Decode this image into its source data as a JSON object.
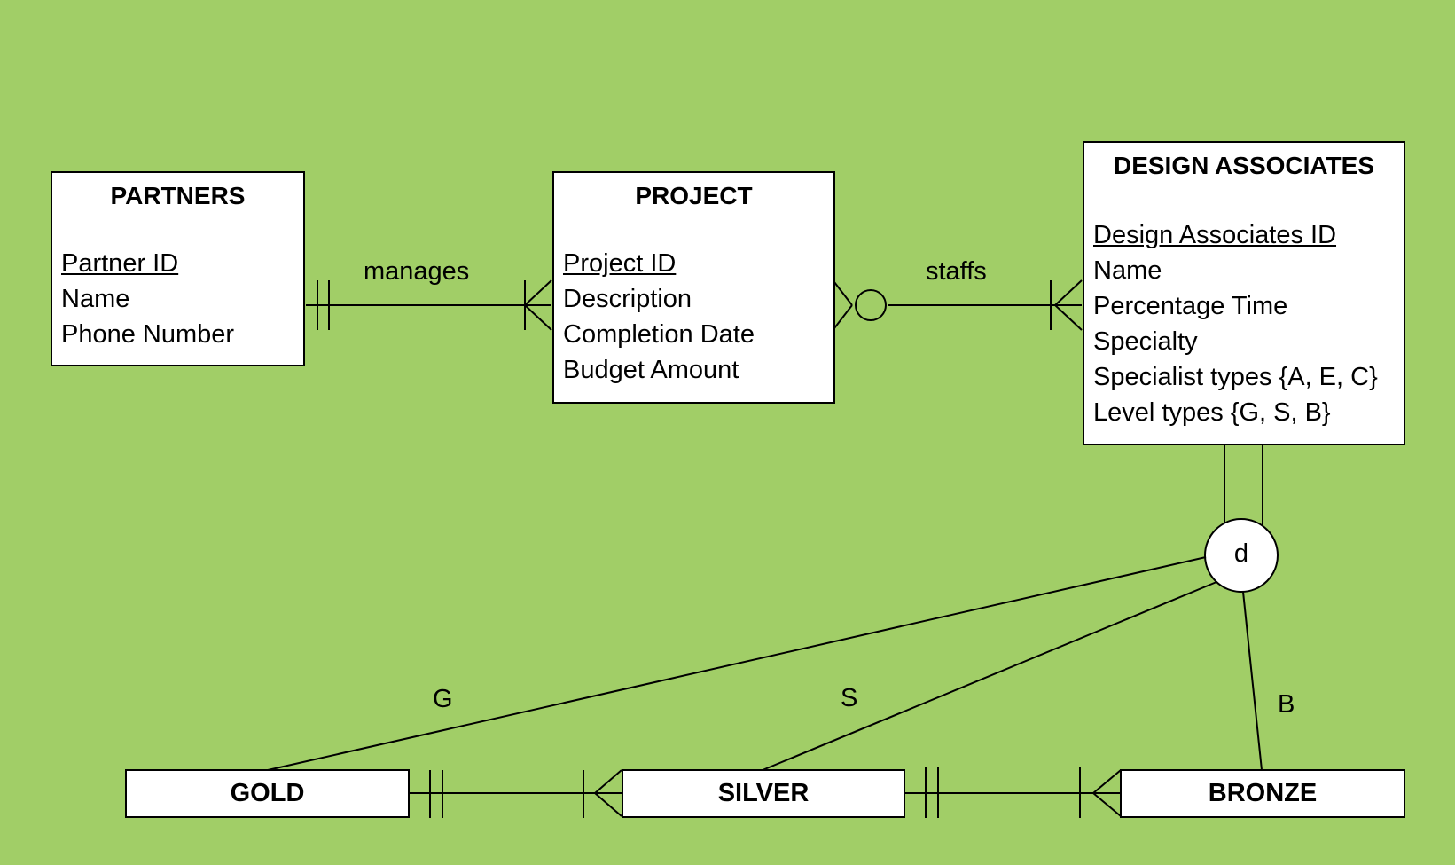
{
  "entities": {
    "partners": {
      "title": "PARTNERS",
      "attributes": [
        {
          "text": "Partner ID",
          "pk": true
        },
        {
          "text": "Name",
          "pk": false
        },
        {
          "text": "Phone Number",
          "pk": false
        }
      ]
    },
    "project": {
      "title": "PROJECT",
      "attributes": [
        {
          "text": "Project ID",
          "pk": true
        },
        {
          "text": "Description",
          "pk": false
        },
        {
          "text": "Completion Date",
          "pk": false
        },
        {
          "text": "Budget Amount",
          "pk": false
        }
      ]
    },
    "design_associates": {
      "title": "DESIGN ASSOCIATES",
      "attributes": [
        {
          "text": "Design Associates ID",
          "pk": true
        },
        {
          "text": "Name",
          "pk": false
        },
        {
          "text": "Percentage Time",
          "pk": false
        },
        {
          "text": "Specialty",
          "pk": false
        },
        {
          "text": "Specialist types {A, E, C}",
          "pk": false
        },
        {
          "text": "Level types {G, S, B}",
          "pk": false
        }
      ]
    }
  },
  "subtypes": {
    "gold": "GOLD",
    "silver": "SILVER",
    "bronze": "BRONZE"
  },
  "relationships": {
    "manages": "manages",
    "staffs": "staffs"
  },
  "disjoint_symbol": "d",
  "discriminators": {
    "gold": "G",
    "silver": "S",
    "bronze": "B"
  },
  "colors": {
    "background": "#a1ce67",
    "entity_fill": "#ffffff",
    "line": "#000000"
  }
}
